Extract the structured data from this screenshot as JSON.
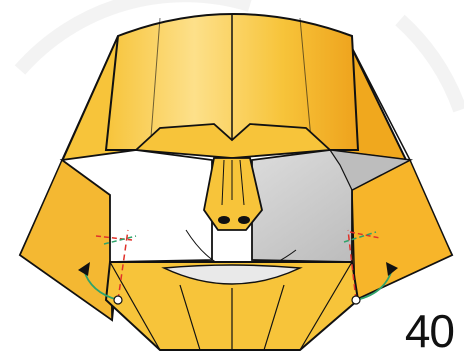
{
  "step_number": "40",
  "colors": {
    "paper_yellow": "#f7c43a",
    "paper_orange": "#f0a81e",
    "paper_light": "#fde08a",
    "white_side": "#ffffff",
    "shadow_gray": "#c9c9c9",
    "outline": "#111111",
    "fold_guide_red": "#e0312a",
    "fold_guide_green": "#2fa36b",
    "watermark": "#e8e8e8"
  },
  "icons": {
    "left_arrow": "curved-arrow-up-left",
    "right_arrow": "curved-arrow-up-right"
  }
}
